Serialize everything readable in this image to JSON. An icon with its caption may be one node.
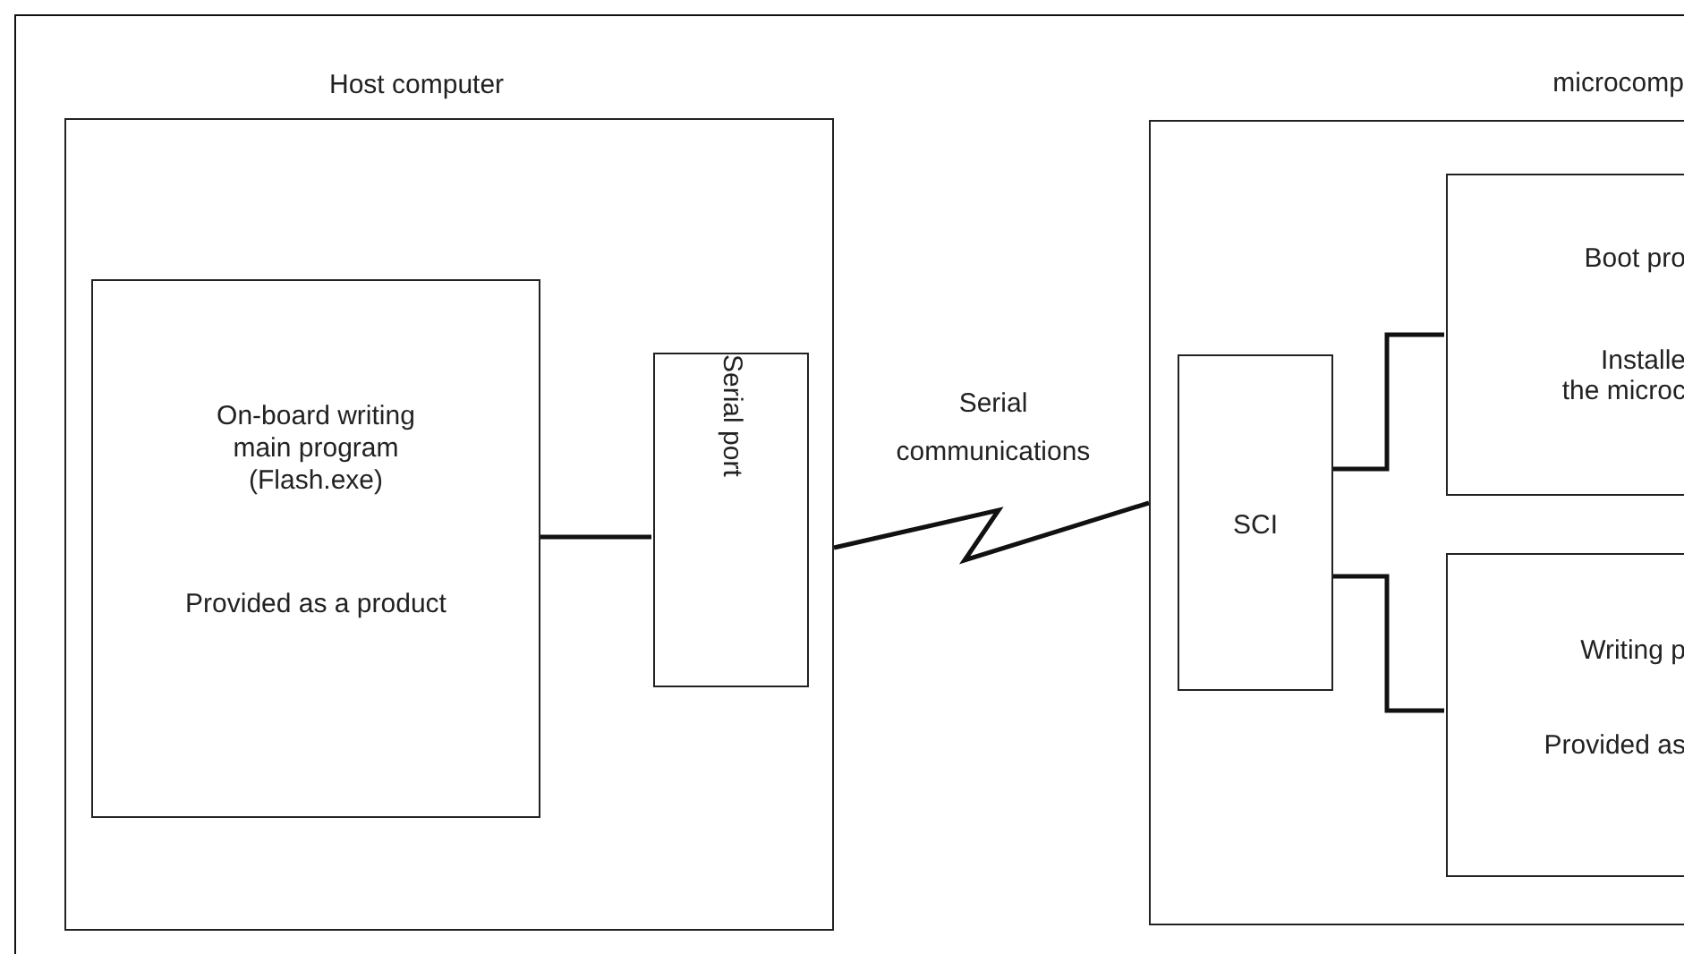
{
  "diagram": {
    "nodes": [
      {
        "text": [
          "Host computer"
        ]
      },
      {
        "text": [
          "On-board writing main program (Flash.exe)",
          "Provided as a product"
        ],
        "in": 0
      },
      {
        "text": [
          "Serial port"
        ],
        "in": 0
      },
      {
        "text": [
          "microcomp"
        ]
      },
      {
        "text": [
          "SCI"
        ],
        "in": 3
      },
      {
        "text": [
          "Boot pro",
          "Installe",
          "the microc"
        ],
        "in": 3
      },
      {
        "text": [
          "Writing p",
          "Provided as"
        ],
        "in": 3
      }
    ],
    "edges": [
      {
        "from": 1,
        "to": 2,
        "arrow": "none"
      },
      {
        "from": 0,
        "to": 3,
        "arrow": "none",
        "label": "Serial communications"
      },
      {
        "from": 4,
        "to": 5,
        "arrow": "none"
      },
      {
        "from": 4,
        "to": 6,
        "arrow": "none"
      }
    ]
  }
}
